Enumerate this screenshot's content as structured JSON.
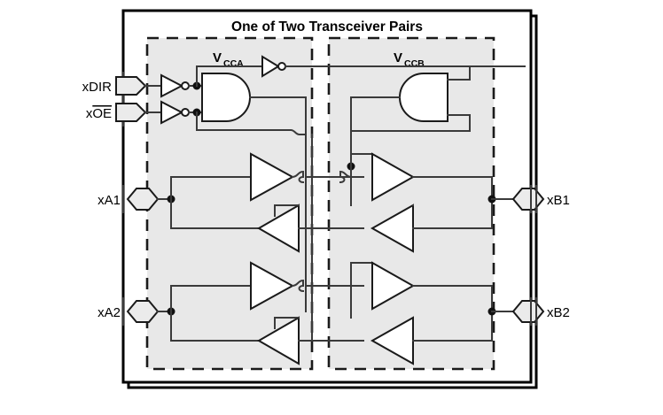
{
  "diagram": {
    "title": "One of Two Transceiver Pairs",
    "supply_rails": [
      {
        "name": "VCCA",
        "base": "V",
        "sub": "CCA"
      },
      {
        "name": "VCCB",
        "base": "V",
        "sub": "CCB"
      }
    ],
    "control_pins": [
      {
        "id": "xdir",
        "label": "xDIR",
        "overline": false,
        "shape": "input-flag"
      },
      {
        "id": "xoe",
        "label": "xOE",
        "overline": true,
        "overline_part": "OE",
        "plain_part": "x",
        "shape": "input-flag"
      }
    ],
    "a_side_pins": [
      {
        "id": "xa1",
        "label": "xA1",
        "shape": "bidirectional-hex"
      },
      {
        "id": "xa2",
        "label": "xA2",
        "shape": "bidirectional-hex"
      }
    ],
    "b_side_pins": [
      {
        "id": "xb1",
        "label": "xB1",
        "shape": "bidirectional-hex"
      },
      {
        "id": "xb2",
        "label": "xB2",
        "shape": "bidirectional-hex"
      }
    ],
    "logic_elements": [
      {
        "id": "inv-dir",
        "type": "inverter",
        "domain": "VCCA"
      },
      {
        "id": "inv-oe",
        "type": "inverter",
        "domain": "VCCA"
      },
      {
        "id": "and-a",
        "type": "and-gate",
        "domain": "VCCA"
      },
      {
        "id": "inv-top",
        "type": "inverter",
        "domain": "VCCA"
      },
      {
        "id": "and-b",
        "type": "and-gate",
        "domain": "VCCB"
      },
      {
        "id": "buf-a1-out",
        "type": "buffer",
        "domain": "VCCA",
        "direction": "right"
      },
      {
        "id": "buf-a1-in",
        "type": "buffer",
        "domain": "VCCA",
        "direction": "left"
      },
      {
        "id": "buf-b1-out",
        "type": "buffer",
        "domain": "VCCB",
        "direction": "right"
      },
      {
        "id": "buf-b1-in",
        "type": "buffer",
        "domain": "VCCB",
        "direction": "left"
      },
      {
        "id": "buf-a2-out",
        "type": "buffer",
        "domain": "VCCA",
        "direction": "right"
      },
      {
        "id": "buf-a2-in",
        "type": "buffer",
        "domain": "VCCA",
        "direction": "left"
      },
      {
        "id": "buf-b2-out",
        "type": "buffer",
        "domain": "VCCB",
        "direction": "right"
      },
      {
        "id": "buf-b2-in",
        "type": "buffer",
        "domain": "VCCB",
        "direction": "left"
      }
    ],
    "colors": {
      "wire": "#3a3a3a",
      "gate_outline": "#1a1a1a",
      "domain_fill": "#e8e8e8",
      "pin_fill": "#ebebeb",
      "background": "#ffffff"
    }
  }
}
